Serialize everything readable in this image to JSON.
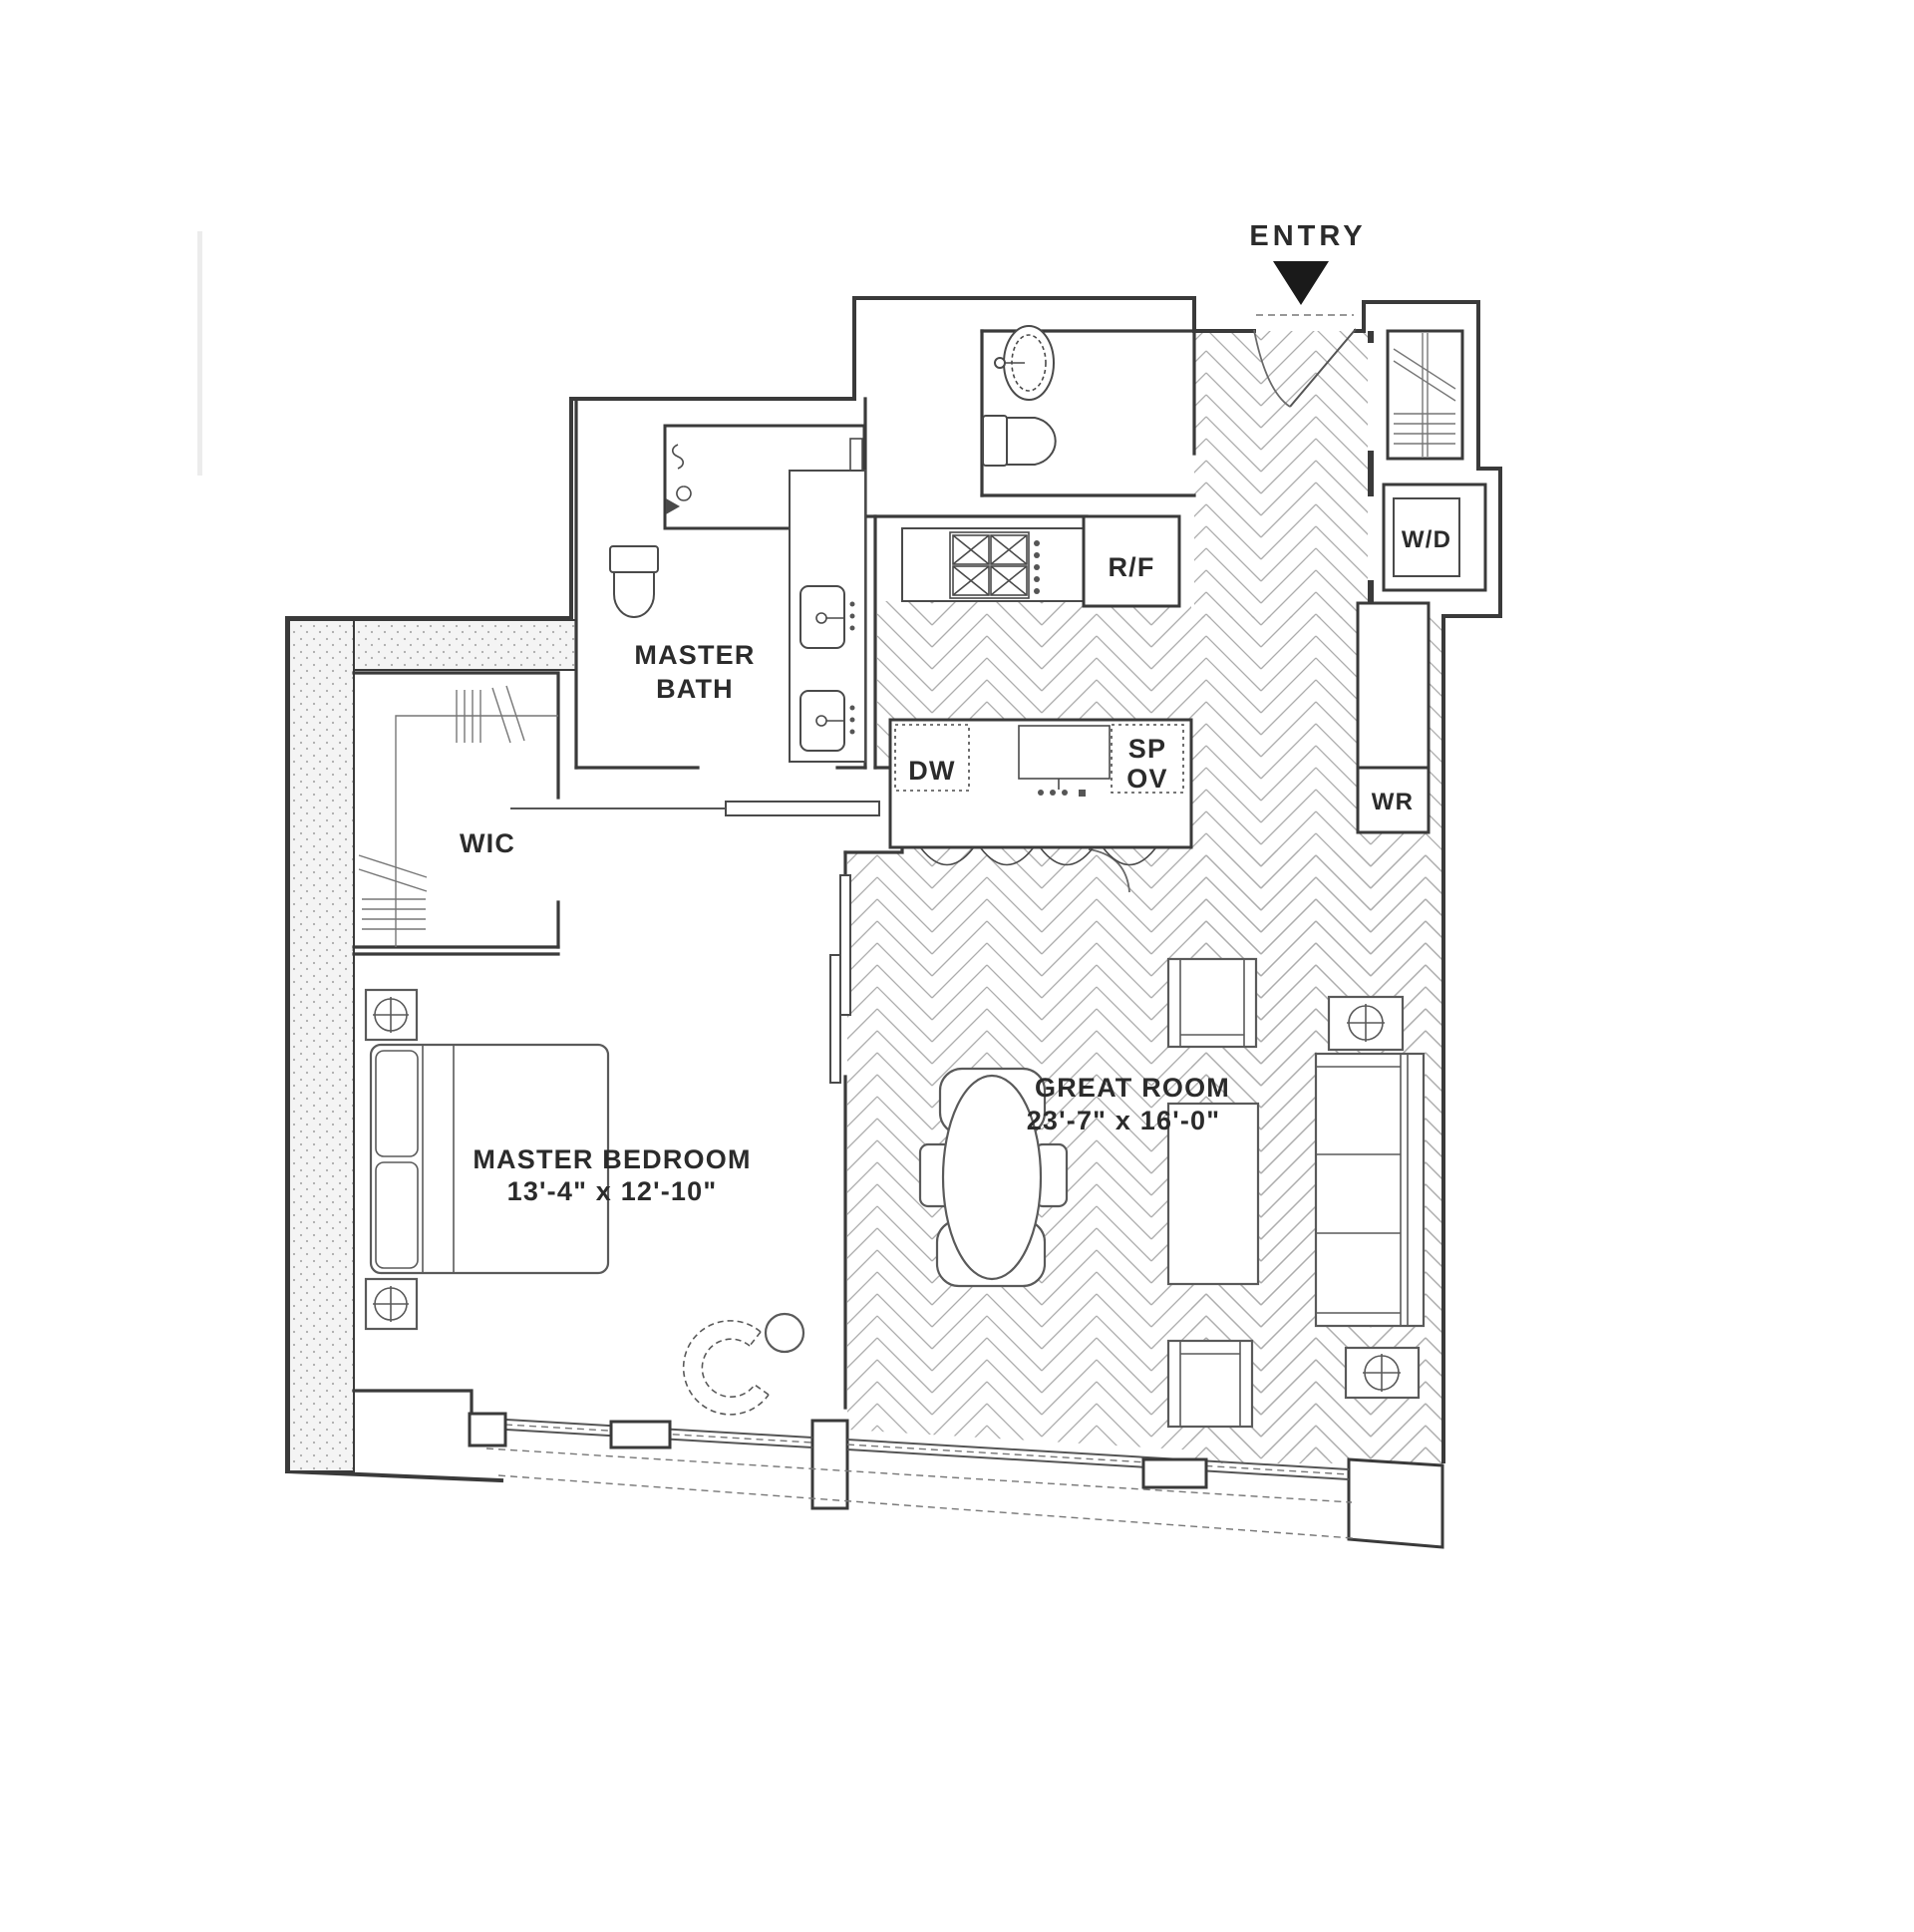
{
  "plan": {
    "entry": {
      "label": "ENTRY"
    },
    "rooms": {
      "master_bath": {
        "line1": "MASTER",
        "line2": "BATH"
      },
      "wic": {
        "label": "WIC"
      },
      "master_bedroom": {
        "name": "MASTER BEDROOM",
        "dims": "13'-4\" x 12'-10\""
      },
      "great_room": {
        "name": "GREAT ROOM",
        "dims": "23'-7\" x 16'-0\""
      }
    },
    "appliances": {
      "washer_dryer": "W/D",
      "wardrobe": "WR",
      "fridge": "R/F",
      "dishwasher": "DW",
      "speed_oven_line1": "SP",
      "speed_oven_line2": "OV"
    },
    "colors": {
      "wall": "#3a3a3a",
      "floor_pattern": "#a8a8a8",
      "text": "#2b2b2b",
      "entry_marker": "#1a1a1a"
    }
  }
}
